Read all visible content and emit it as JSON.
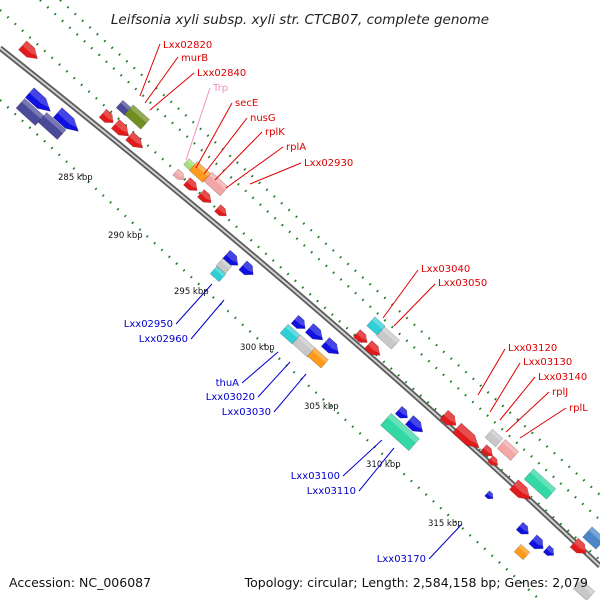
{
  "title": "Leifsonia xyli subsp. xyli str. CTCB07, complete genome",
  "accession": "Accession: NC_006087",
  "summary": "Topology: circular; Length: 2,584,158 bp; Genes: 2,079",
  "colors": {
    "backbone": "#9a9a9a",
    "dots": "#1f7a1f",
    "red": "#e31a1c",
    "pink": "#f4a6a6",
    "blue": "#1010e0",
    "navy": "#4a4a9a",
    "cyan": "#2ed0d8",
    "teal": "#33d9a4",
    "grey": "#c8c8c8",
    "orange": "#ff9a1a",
    "olive": "#6f8f22",
    "lightgreen": "#a8e07a",
    "steel": "#4a86c8",
    "labelRed": "#dd0000",
    "labelPink": "#f090c0",
    "labelBlue": "#0000cc"
  },
  "kbp_marks": [
    {
      "label": "285 kbp"
    },
    {
      "label": "290 kbp"
    },
    {
      "label": "295 kbp"
    },
    {
      "label": "300 kbp"
    },
    {
      "label": "305 kbp"
    },
    {
      "label": "310 kbp"
    },
    {
      "label": "315 kbp"
    }
  ],
  "gene_labels": [
    {
      "text": "Lxx02820",
      "color": "red"
    },
    {
      "text": "murB",
      "color": "red"
    },
    {
      "text": "Lxx02840",
      "color": "red"
    },
    {
      "text": "Trp",
      "color": "pink"
    },
    {
      "text": "secE",
      "color": "red"
    },
    {
      "text": "nusG",
      "color": "red"
    },
    {
      "text": "rplK",
      "color": "red"
    },
    {
      "text": "rplA",
      "color": "red"
    },
    {
      "text": "Lxx02930",
      "color": "red"
    },
    {
      "text": "Lxx03040",
      "color": "red"
    },
    {
      "text": "Lxx03050",
      "color": "red"
    },
    {
      "text": "Lxx03120",
      "color": "red"
    },
    {
      "text": "Lxx03130",
      "color": "red"
    },
    {
      "text": "Lxx03140",
      "color": "red"
    },
    {
      "text": "rplJ",
      "color": "red"
    },
    {
      "text": "rplL",
      "color": "red"
    },
    {
      "text": "Lxx02950",
      "color": "blue"
    },
    {
      "text": "Lxx02960",
      "color": "blue"
    },
    {
      "text": "thuA",
      "color": "blue"
    },
    {
      "text": "Lxx03020",
      "color": "blue"
    },
    {
      "text": "Lxx03030",
      "color": "blue"
    },
    {
      "text": "Lxx03100",
      "color": "blue"
    },
    {
      "text": "Lxx03110",
      "color": "blue"
    },
    {
      "text": "Lxx03170",
      "color": "blue"
    }
  ]
}
